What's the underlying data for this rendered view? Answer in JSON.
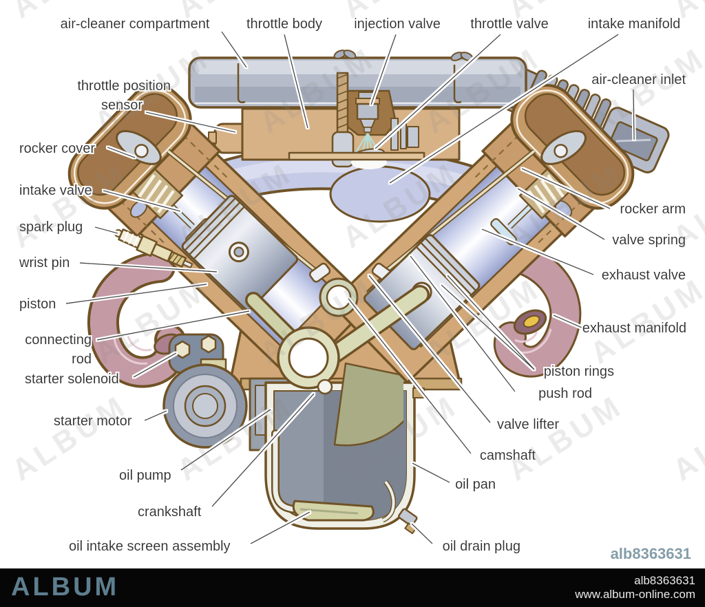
{
  "watermark": {
    "text": "ALBUM",
    "id_text": "alb8363631"
  },
  "footer": {
    "logo": "ALBUM",
    "image_id": "alb8363631",
    "website": "www.album-online.com"
  },
  "colors": {
    "outline_brown": "#6f5226",
    "block_tan": "#d2a878",
    "manifold_lavender": "#c5cbe6",
    "exhaust_pink": "#c49aa4",
    "rod_olive": "#cfd2a8",
    "metal_gray": "#b6bcc9",
    "footer_logo": "#5d7e8e",
    "watermark_id": "#7b95a1"
  },
  "labels": {
    "air_cleaner_compartment": "air-cleaner compartment",
    "throttle_body": "throttle body",
    "injection_valve": "injection valve",
    "throttle_valve": "throttle valve",
    "intake_manifold": "intake manifold",
    "throttle_position_sensor_1": "throttle position",
    "throttle_position_sensor_2": "sensor",
    "air_cleaner_inlet": "air-cleaner inlet",
    "rocker_cover": "rocker cover",
    "rocker_arm": "rocker arm",
    "intake_valve": "intake valve",
    "valve_spring": "valve spring",
    "spark_plug": "spark plug",
    "exhaust_valve": "exhaust valve",
    "wrist_pin": "wrist pin",
    "piston": "piston",
    "exhaust_manifold": "exhaust manifold",
    "connecting_rod_1": "connecting",
    "connecting_rod_2": "rod",
    "piston_rings": "piston rings",
    "starter_solenoid": "starter solenoid",
    "push_rod": "push rod",
    "starter_motor": "starter motor",
    "valve_lifter": "valve lifter",
    "camshaft": "camshaft",
    "oil_pump": "oil pump",
    "oil_pan": "oil pan",
    "crankshaft": "crankshaft",
    "oil_intake_screen_assembly": "oil intake screen assembly",
    "oil_drain_plug": "oil drain plug"
  }
}
